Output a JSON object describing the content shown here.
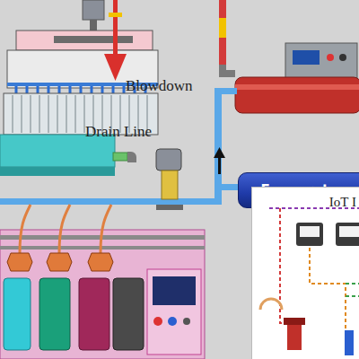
{
  "diagram": {
    "nodes": [
      {
        "text": [
          "Evaporato"
        ]
      },
      {
        "text": [
          "IoT I"
        ]
      }
    ],
    "labels": [
      "Blowdown",
      "Drain Line"
    ]
  }
}
